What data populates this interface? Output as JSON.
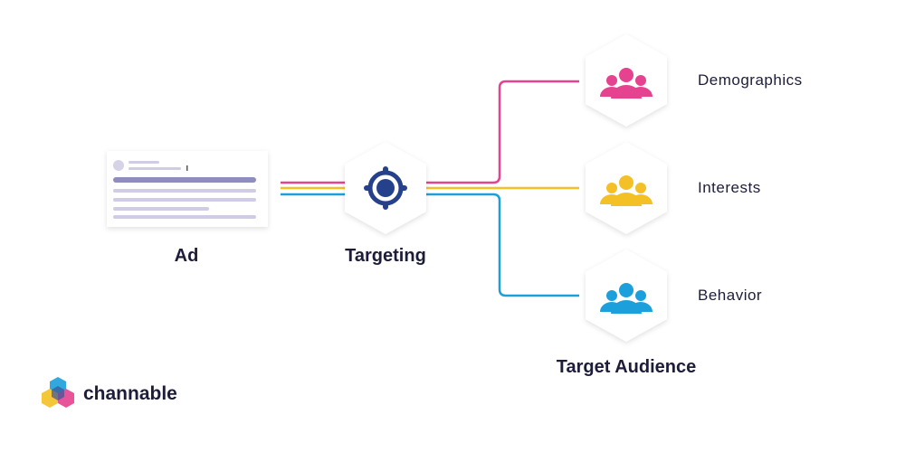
{
  "ad_label": "Ad",
  "targeting_label": "Targeting",
  "audience_title": "Target Audience",
  "categories": [
    {
      "label": "Demographics",
      "color": "#e5428f",
      "icon": "people-icon"
    },
    {
      "label": "Interests",
      "color": "#f3c025",
      "icon": "people-icon"
    },
    {
      "label": "Behavior",
      "color": "#1ba0dc",
      "icon": "people-icon"
    }
  ],
  "targeting_icon": "crosshair-icon",
  "targeting_color": "#26418c",
  "brand": "channable"
}
